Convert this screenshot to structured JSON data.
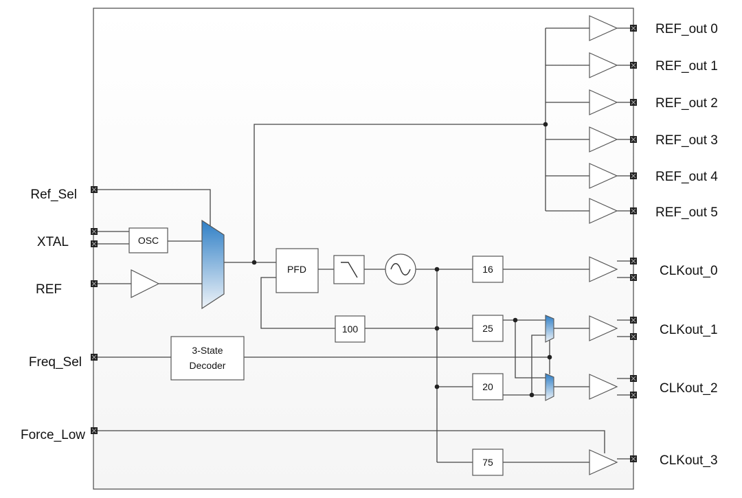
{
  "inputs": {
    "ref_sel": "Ref_Sel",
    "xtal": "XTAL",
    "ref": "REF",
    "freq_sel": "Freq_Sel",
    "force_low": "Force_Low"
  },
  "ref_outputs": [
    "REF_out 0",
    "REF_out 1",
    "REF_out 2",
    "REF_out 3",
    "REF_out 4",
    "REF_out 5"
  ],
  "clk_outputs": [
    "CLKout_0",
    "CLKout_1",
    "CLKout_2",
    "CLKout_3"
  ],
  "blocks": {
    "osc": "OSC",
    "pfd": "PFD",
    "decoder_line1": "3-State",
    "decoder_line2": "Decoder",
    "feedback_divider": "100",
    "div_clk0": "16",
    "div_clk1": "25",
    "div_clk2": "20",
    "div_clk3": "75"
  },
  "colors": {
    "mux_top": "#2f7fc6",
    "mux_bottom": "#eef3f8",
    "chip_bg": "#f5f5f5"
  }
}
